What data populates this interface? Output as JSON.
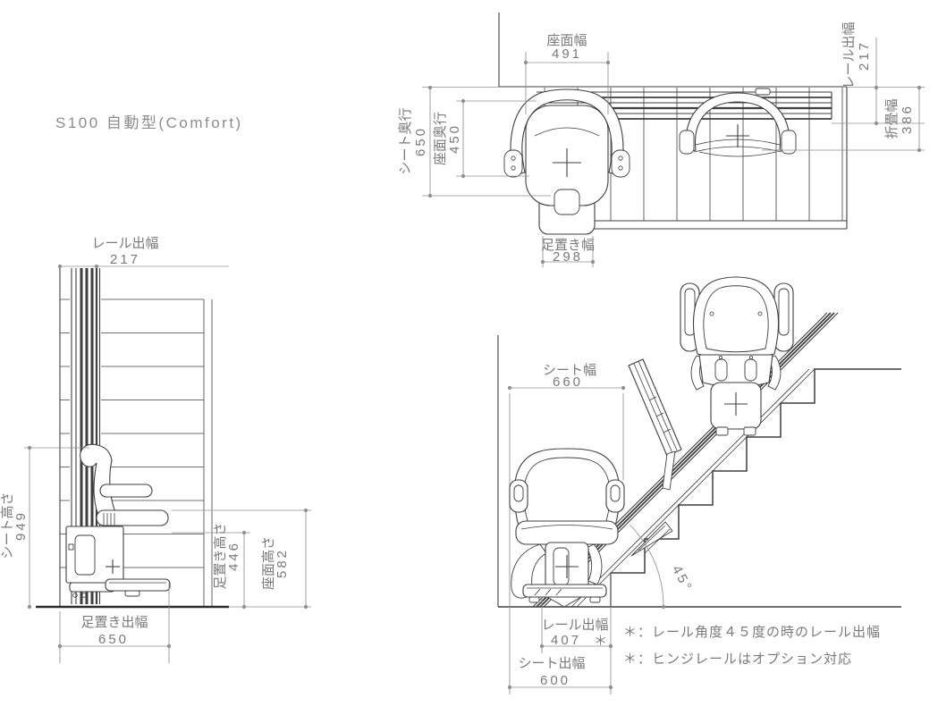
{
  "title": "S100 自動型(Comfort)",
  "colors": {
    "line": "#3f3f3f",
    "dimension": "#8f8f8f",
    "background": "#ffffff"
  },
  "plan_view": {
    "seat_width": {
      "label": "座面幅",
      "value": "491"
    },
    "seat_depth": {
      "label": "シート奥行",
      "value": "650"
    },
    "cushion_depth": {
      "label": "座面奥行",
      "value": "450"
    },
    "footrest_width": {
      "label": "足置き幅",
      "value": "298"
    },
    "rail_projection": {
      "label": "レール出幅",
      "value": "217"
    },
    "folded_width": {
      "label": "折畳幅",
      "value": "386"
    }
  },
  "front_view": {
    "rail_projection": {
      "label": "レール出幅",
      "value": "217"
    },
    "seat_height": {
      "label": "シート高さ",
      "value": "949"
    },
    "footrest_height": {
      "label": "足置き高さ",
      "value": "446"
    },
    "cushion_height": {
      "label": "座面高さ",
      "value": "582"
    },
    "footrest_depth": {
      "label": "足置き出幅",
      "value": "650"
    }
  },
  "stair_view": {
    "seat_width": {
      "label": "シート幅",
      "value": "660"
    },
    "rail_projection": {
      "label": "レール出幅",
      "value": "407",
      "mark": "＊"
    },
    "seat_projection": {
      "label": "シート出幅",
      "value": "600"
    },
    "rail_angle": {
      "value": "45°"
    },
    "notes": [
      "＊：レール角度４５度の時のレール出幅",
      "＊：ヒンジレールはオプション対応"
    ]
  }
}
